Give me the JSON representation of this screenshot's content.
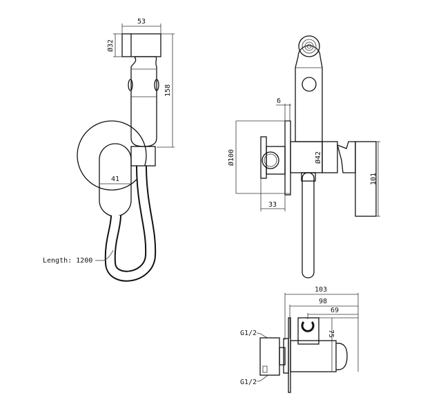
{
  "side_view": {
    "dims": {
      "head_width": "53",
      "head_diameter": "Ø32",
      "total_height": "158",
      "handle_width": "41"
    },
    "hose_label": "Length: 1200"
  },
  "front_view": {
    "dims": {
      "plate_thickness": "6",
      "plate_diameter": "Ø100",
      "body_diameter": "Ø42",
      "lever_height": "101",
      "depth": "33"
    }
  },
  "top_view": {
    "dims": {
      "overall": "103",
      "from_plate": "98",
      "holder_offset": "69",
      "holder_height": "75"
    },
    "inlet_label": "G1/2",
    "outlet_label": "G1/2"
  },
  "colors": {
    "line": "#111111",
    "background": "#ffffff"
  }
}
